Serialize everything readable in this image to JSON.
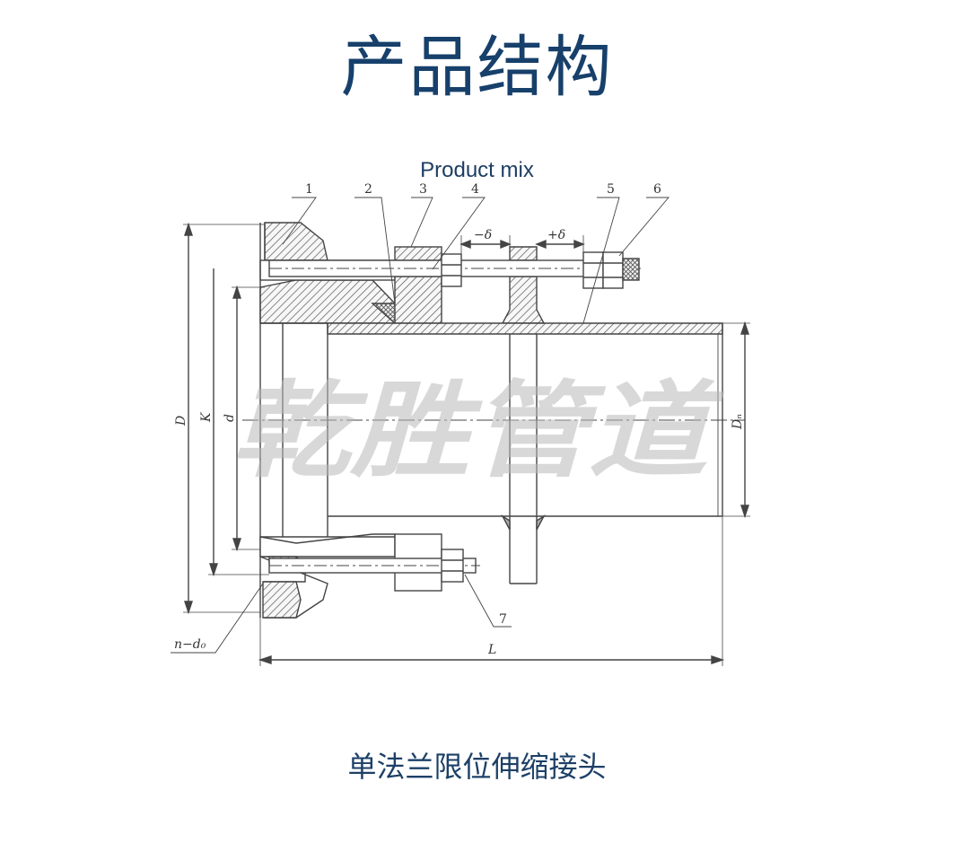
{
  "header": {
    "title": "产品结构",
    "subtitle": "Product mix"
  },
  "diagram": {
    "part_labels": [
      "1",
      "2",
      "3",
      "4",
      "5",
      "6",
      "7"
    ],
    "dimension_labels": {
      "minus_delta": "−δ",
      "plus_delta": "+δ",
      "D": "D",
      "K": "K",
      "d": "d",
      "Dn": "Dₙ",
      "L": "L",
      "n_d0": "n−d₀"
    },
    "watermark": "乾胜管道"
  },
  "caption": "单法兰限位伸缩接头"
}
